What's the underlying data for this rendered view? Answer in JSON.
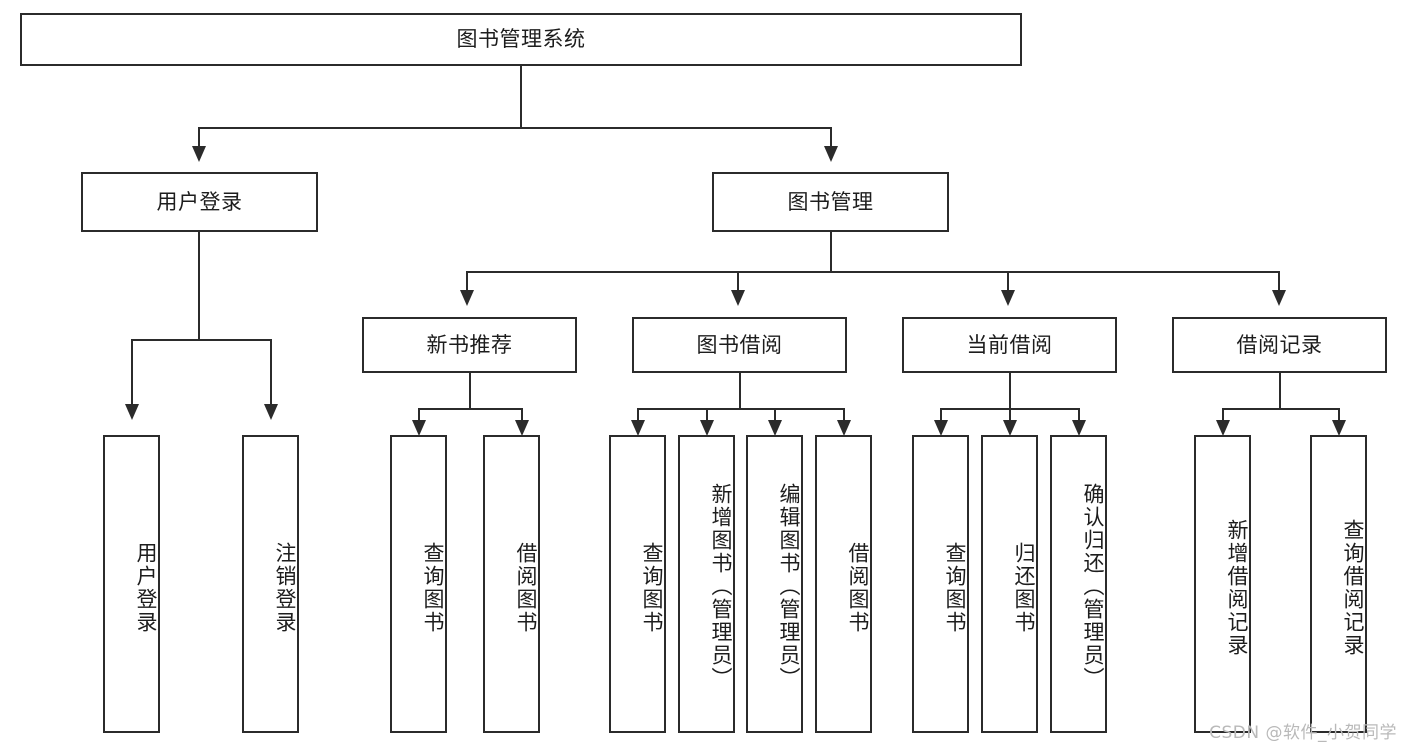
{
  "diagram": {
    "type": "tree",
    "title": "图书管理系统",
    "orientation": "top-down",
    "colors": {
      "box_border": "#2b2b2b",
      "box_fill": "#ffffff",
      "text": "#1d1d1d",
      "connector": "#2b2b2b",
      "background": "#ffffff",
      "watermark": "#b9b9b9"
    }
  },
  "root": {
    "label": "图书管理系统"
  },
  "level2": [
    {
      "label": "用户登录"
    },
    {
      "label": "图书管理"
    }
  ],
  "level3": [
    {
      "label": "新书推荐"
    },
    {
      "label": "图书借阅"
    },
    {
      "label": "当前借阅"
    },
    {
      "label": "借阅记录"
    }
  ],
  "leaves": {
    "user_login": [
      {
        "label": "用户登录"
      },
      {
        "label": "注销登录"
      }
    ],
    "new_book": [
      {
        "label": "查询图书"
      },
      {
        "label": "借阅图书"
      }
    ],
    "book_borrow": [
      {
        "label": "查询图书"
      },
      {
        "label": "新增图书（管理员）"
      },
      {
        "label": "编辑图书（管理员）"
      },
      {
        "label": "借阅图书"
      }
    ],
    "current_borrow": [
      {
        "label": "查询图书"
      },
      {
        "label": "归还图书"
      },
      {
        "label": "确认归还（管理员）"
      }
    ],
    "borrow_record": [
      {
        "label": "新增借阅记录"
      },
      {
        "label": "查询借阅记录"
      }
    ]
  },
  "watermark": {
    "text": "CSDN @软件_小贺同学"
  }
}
